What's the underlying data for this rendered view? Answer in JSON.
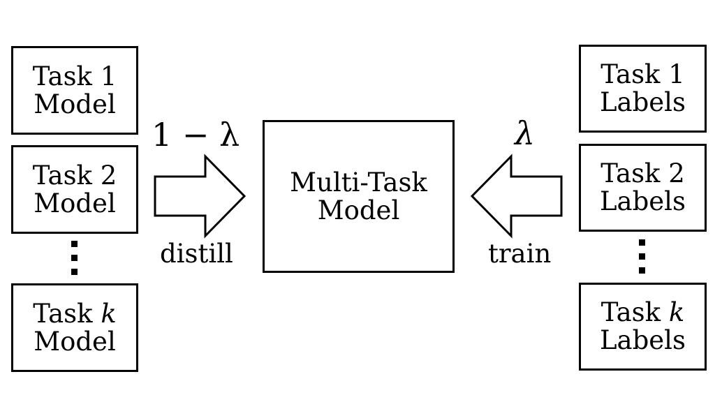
{
  "left_column": {
    "models": [
      {
        "line1_prefix": "Task ",
        "line1_var": "1",
        "line2": "Model"
      },
      {
        "line1_prefix": "Task ",
        "line1_var": "2",
        "line2": "Model"
      },
      {
        "line1_prefix": "Task ",
        "line1_var": "k",
        "line2": "Model"
      }
    ]
  },
  "right_column": {
    "labels": [
      {
        "line1_prefix": "Task ",
        "line1_var": "1",
        "line2": "Labels"
      },
      {
        "line1_prefix": "Task ",
        "line1_var": "2",
        "line2": "Labels"
      },
      {
        "line1_prefix": "Task ",
        "line1_var": "k",
        "line2": "Labels"
      }
    ]
  },
  "center": {
    "line1": "Multi-Task",
    "line2": "Model"
  },
  "left_arrow": {
    "weight": "1 − λ",
    "caption": "distill"
  },
  "right_arrow": {
    "weight": "λ",
    "caption": "train"
  }
}
